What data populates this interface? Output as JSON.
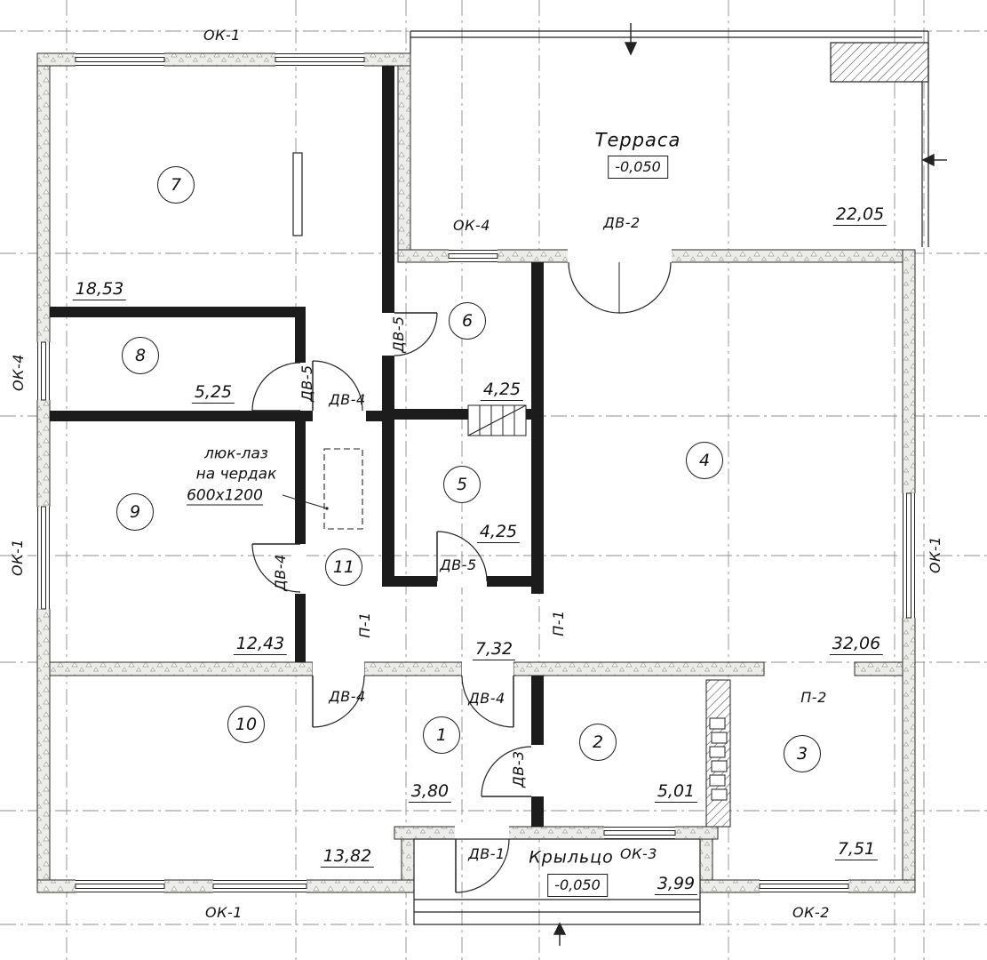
{
  "colors": {
    "line": "#222222",
    "wall": "#1c1c1c",
    "background": "#ffffff"
  },
  "drawing": {
    "terrace": {
      "name": "Терраса",
      "elevation": "-0,050",
      "area": "22,05"
    },
    "porch": {
      "name": "Крыльцо",
      "elevation": "-0,050",
      "area": "3,99"
    },
    "attic_note": {
      "line1": "люк-лаз",
      "line2": "на чердак",
      "line3": "600х1200"
    },
    "rooms": [
      {
        "num": "1",
        "area": "3,80"
      },
      {
        "num": "2",
        "area": "5,01"
      },
      {
        "num": "3",
        "area": "7,51"
      },
      {
        "num": "4",
        "area": "32,06"
      },
      {
        "num": "5",
        "area": "4,25"
      },
      {
        "num": "6",
        "area": "4,25"
      },
      {
        "num": "7",
        "area": "18,53"
      },
      {
        "num": "8",
        "area": "5,25"
      },
      {
        "num": "9",
        "area": "12,43"
      },
      {
        "num": "10",
        "area": "13,82"
      },
      {
        "num": "11",
        "area": "7,32"
      }
    ],
    "tags": {
      "ok1": "ОК-1",
      "ok2": "ОК-2",
      "ok3": "ОК-3",
      "ok4": "ОК-4",
      "dv1": "ДВ-1",
      "dv2": "ДВ-2",
      "dv3": "ДВ-3",
      "dv4": "ДВ-4",
      "dv5": "ДВ-5",
      "p1": "П-1",
      "p2": "П-2"
    }
  }
}
